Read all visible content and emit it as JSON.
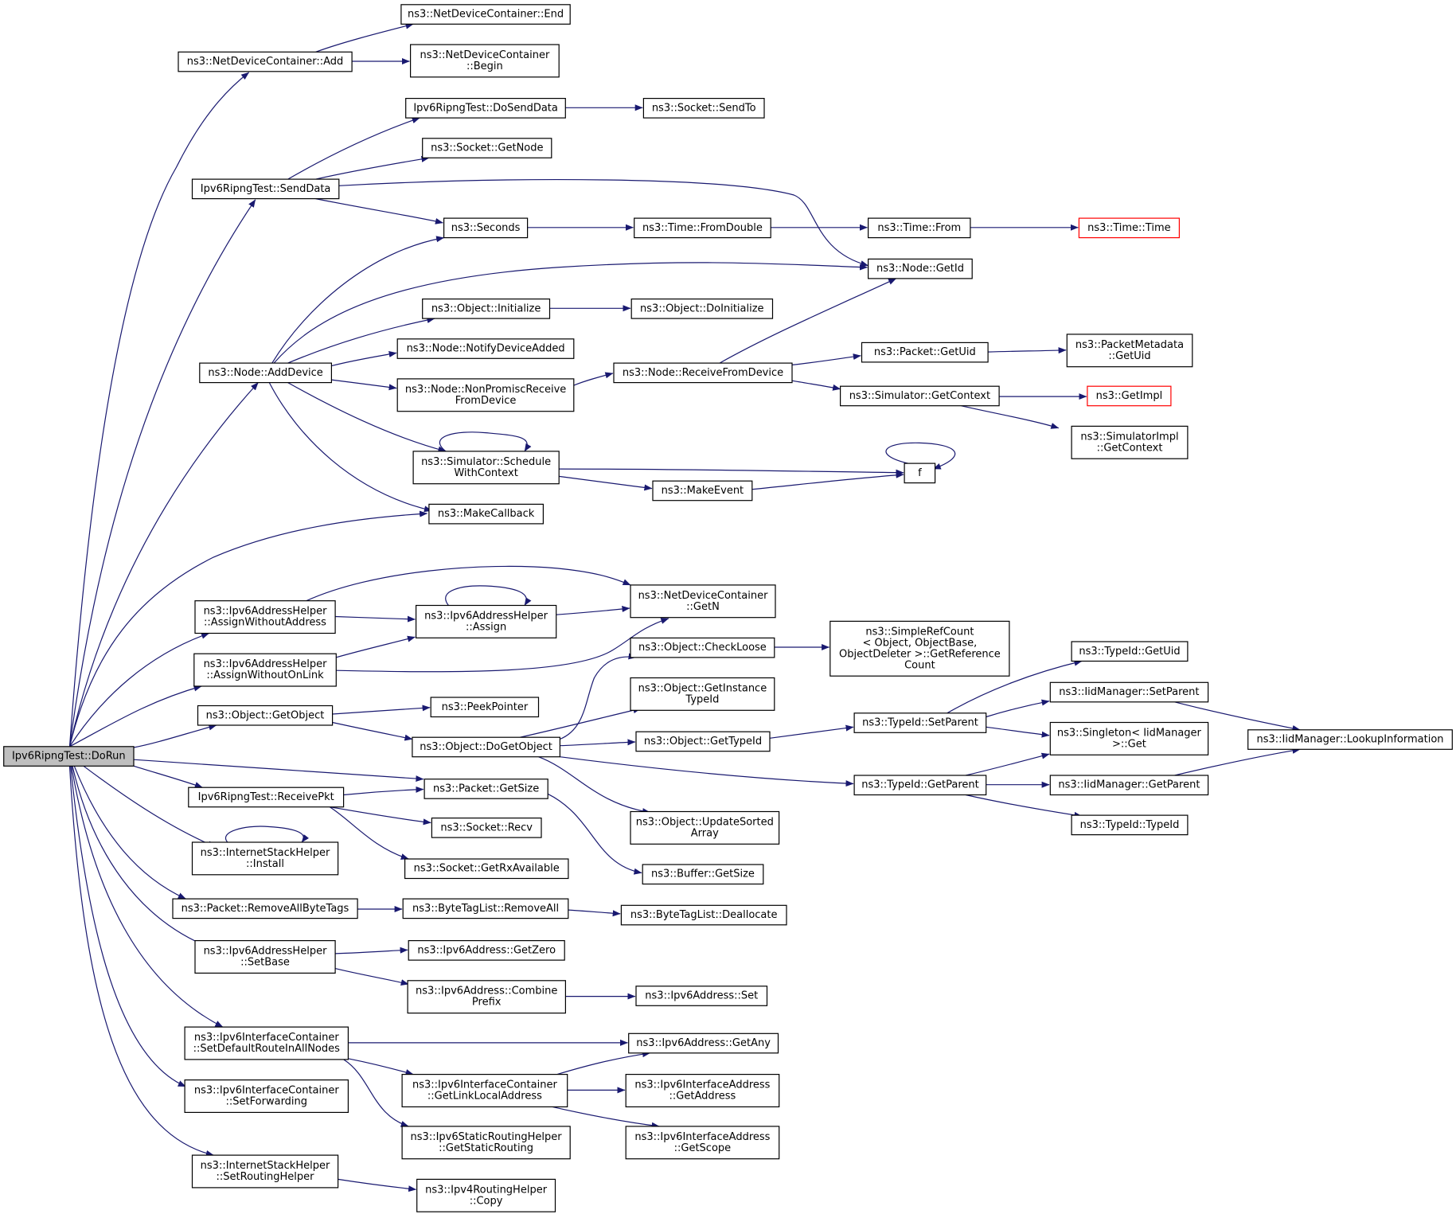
{
  "colors": {
    "edge": "#191970",
    "box_border": "#000000",
    "root_fill": "#bfbfbf",
    "truncated_border": "#ff0000",
    "background": "#ffffff"
  },
  "nodes": [
    {
      "id": "dorun",
      "lines": [
        "Ipv6RipngTest::DoRun"
      ],
      "style": "root"
    },
    {
      "id": "ndc_add",
      "lines": [
        "ns3::NetDeviceContainer::Add"
      ]
    },
    {
      "id": "ndc_end",
      "lines": [
        "ns3::NetDeviceContainer::End"
      ]
    },
    {
      "id": "ndc_begin",
      "lines": [
        "ns3::NetDeviceContainer",
        "::Begin"
      ]
    },
    {
      "id": "senddata",
      "lines": [
        "Ipv6RipngTest::SendData"
      ]
    },
    {
      "id": "dosenddata",
      "lines": [
        "Ipv6RipngTest::DoSendData"
      ]
    },
    {
      "id": "sock_sendto",
      "lines": [
        "ns3::Socket::SendTo"
      ]
    },
    {
      "id": "sock_getnode",
      "lines": [
        "ns3::Socket::GetNode"
      ]
    },
    {
      "id": "seconds",
      "lines": [
        "ns3::Seconds"
      ]
    },
    {
      "id": "time_fromdouble",
      "lines": [
        "ns3::Time::FromDouble"
      ]
    },
    {
      "id": "time_from",
      "lines": [
        "ns3::Time::From"
      ]
    },
    {
      "id": "time_time",
      "lines": [
        "ns3::Time::Time"
      ],
      "style": "truncated"
    },
    {
      "id": "node_getid",
      "lines": [
        "ns3::Node::GetId"
      ]
    },
    {
      "id": "obj_initialize",
      "lines": [
        "ns3::Object::Initialize"
      ]
    },
    {
      "id": "obj_doinitialize",
      "lines": [
        "ns3::Object::DoInitialize"
      ]
    },
    {
      "id": "node_adddevice",
      "lines": [
        "ns3::Node::AddDevice"
      ]
    },
    {
      "id": "node_notifydeviceadded",
      "lines": [
        "ns3::Node::NotifyDeviceAdded"
      ]
    },
    {
      "id": "node_nonpromisc",
      "lines": [
        "ns3::Node::NonPromiscReceive",
        "FromDevice"
      ]
    },
    {
      "id": "node_receivefromdevice",
      "lines": [
        "ns3::Node::ReceiveFromDevice"
      ]
    },
    {
      "id": "packet_getuid",
      "lines": [
        "ns3::Packet::GetUid"
      ]
    },
    {
      "id": "pmd_getuid",
      "lines": [
        "ns3::PacketMetadata",
        "::GetUid"
      ]
    },
    {
      "id": "sim_getcontext",
      "lines": [
        "ns3::Simulator::GetContext"
      ]
    },
    {
      "id": "getimpl",
      "lines": [
        "ns3::GetImpl"
      ],
      "style": "truncated"
    },
    {
      "id": "simimpl_getcontext",
      "lines": [
        "ns3::SimulatorImpl",
        "::GetContext"
      ]
    },
    {
      "id": "sim_schedulewithcontext",
      "lines": [
        "ns3::Simulator::Schedule",
        "WithContext"
      ]
    },
    {
      "id": "f",
      "lines": [
        "f"
      ]
    },
    {
      "id": "makeevent",
      "lines": [
        "ns3::MakeEvent"
      ]
    },
    {
      "id": "makecallback",
      "lines": [
        "ns3::MakeCallback"
      ]
    },
    {
      "id": "ipv6ah_assignwithoutaddress",
      "lines": [
        "ns3::Ipv6AddressHelper",
        "::AssignWithoutAddress"
      ]
    },
    {
      "id": "ndc_getn",
      "lines": [
        "ns3::NetDeviceContainer",
        "::GetN"
      ]
    },
    {
      "id": "ipv6ah_assign",
      "lines": [
        "ns3::Ipv6AddressHelper",
        "::Assign"
      ]
    },
    {
      "id": "ipv6ah_assignwithoutonlink",
      "lines": [
        "ns3::Ipv6AddressHelper",
        "::AssignWithoutOnLink"
      ]
    },
    {
      "id": "obj_checkloose",
      "lines": [
        "ns3::Object::CheckLoose"
      ]
    },
    {
      "id": "simplerefcount",
      "lines": [
        "ns3::SimpleRefCount",
        "< Object, ObjectBase,",
        " ObjectDeleter >::GetReference",
        "Count"
      ]
    },
    {
      "id": "typeid_getuid",
      "lines": [
        "ns3::TypeId::GetUid"
      ]
    },
    {
      "id": "obj_getinstancetypeid",
      "lines": [
        "ns3::Object::GetInstance",
        "TypeId"
      ]
    },
    {
      "id": "iidmgr_setparent",
      "lines": [
        "ns3::IidManager::SetParent"
      ]
    },
    {
      "id": "obj_getobject",
      "lines": [
        "ns3::Object::GetObject"
      ]
    },
    {
      "id": "peekpointer",
      "lines": [
        "ns3::PeekPointer"
      ]
    },
    {
      "id": "typeid_setparent",
      "lines": [
        "ns3::TypeId::SetParent"
      ]
    },
    {
      "id": "singleton_get",
      "lines": [
        "ns3::Singleton< IidManager",
        " >::Get"
      ]
    },
    {
      "id": "iidmgr_lookupinformation",
      "lines": [
        "ns3::IidManager::LookupInformation"
      ]
    },
    {
      "id": "obj_dogetobject",
      "lines": [
        "ns3::Object::DoGetObject"
      ]
    },
    {
      "id": "obj_gettypeid",
      "lines": [
        "ns3::Object::GetTypeId"
      ]
    },
    {
      "id": "receivepkt",
      "lines": [
        "Ipv6RipngTest::ReceivePkt"
      ]
    },
    {
      "id": "packet_getsize",
      "lines": [
        "ns3::Packet::GetSize"
      ]
    },
    {
      "id": "typeid_getparent",
      "lines": [
        "ns3::TypeId::GetParent"
      ]
    },
    {
      "id": "iidmgr_getparent",
      "lines": [
        "ns3::IidManager::GetParent"
      ]
    },
    {
      "id": "obj_updatesortedarray",
      "lines": [
        "ns3::Object::UpdateSorted",
        "Array"
      ]
    },
    {
      "id": "sock_recv",
      "lines": [
        "ns3::Socket::Recv"
      ]
    },
    {
      "id": "typeid_typeid",
      "lines": [
        "ns3::TypeId::TypeId"
      ]
    },
    {
      "id": "ish_install",
      "lines": [
        "ns3::InternetStackHelper",
        "::Install"
      ]
    },
    {
      "id": "sock_getrxavailable",
      "lines": [
        "ns3::Socket::GetRxAvailable"
      ]
    },
    {
      "id": "buffer_getsize",
      "lines": [
        "ns3::Buffer::GetSize"
      ]
    },
    {
      "id": "packet_removeallbytetags",
      "lines": [
        "ns3::Packet::RemoveAllByteTags"
      ]
    },
    {
      "id": "btl_removeall",
      "lines": [
        "ns3::ByteTagList::RemoveAll"
      ]
    },
    {
      "id": "btl_deallocate",
      "lines": [
        "ns3::ByteTagList::Deallocate"
      ]
    },
    {
      "id": "ipv6ah_setbase",
      "lines": [
        "ns3::Ipv6AddressHelper",
        "::SetBase"
      ]
    },
    {
      "id": "ipv6addr_getzero",
      "lines": [
        "ns3::Ipv6Address::GetZero"
      ]
    },
    {
      "id": "ipv6addr_combineprefix",
      "lines": [
        "ns3::Ipv6Address::Combine",
        "Prefix"
      ]
    },
    {
      "id": "ipv6addr_set",
      "lines": [
        "ns3::Ipv6Address::Set"
      ]
    },
    {
      "id": "ipv6ic_setdefaultroute",
      "lines": [
        "ns3::Ipv6InterfaceContainer",
        "::SetDefaultRouteInAllNodes"
      ]
    },
    {
      "id": "ipv6addr_getany",
      "lines": [
        "ns3::Ipv6Address::GetAny"
      ]
    },
    {
      "id": "ipv6ic_setforwarding",
      "lines": [
        "ns3::Ipv6InterfaceContainer",
        "::SetForwarding"
      ]
    },
    {
      "id": "ipv6ic_getlinklocaladdress",
      "lines": [
        "ns3::Ipv6InterfaceContainer",
        "::GetLinkLocalAddress"
      ]
    },
    {
      "id": "ipv6ia_getaddress",
      "lines": [
        "ns3::Ipv6InterfaceAddress",
        "::GetAddress"
      ]
    },
    {
      "id": "ipv6srh_getstaticrouting",
      "lines": [
        "ns3::Ipv6StaticRoutingHelper",
        "::GetStaticRouting"
      ]
    },
    {
      "id": "ipv6ia_getscope",
      "lines": [
        "ns3::Ipv6InterfaceAddress",
        "::GetScope"
      ]
    },
    {
      "id": "ish_setroutinghelper",
      "lines": [
        "ns3::InternetStackHelper",
        "::SetRoutingHelper"
      ]
    },
    {
      "id": "ipv4rh_copy",
      "lines": [
        "ns3::Ipv4RoutingHelper",
        "::Copy"
      ]
    }
  ]
}
